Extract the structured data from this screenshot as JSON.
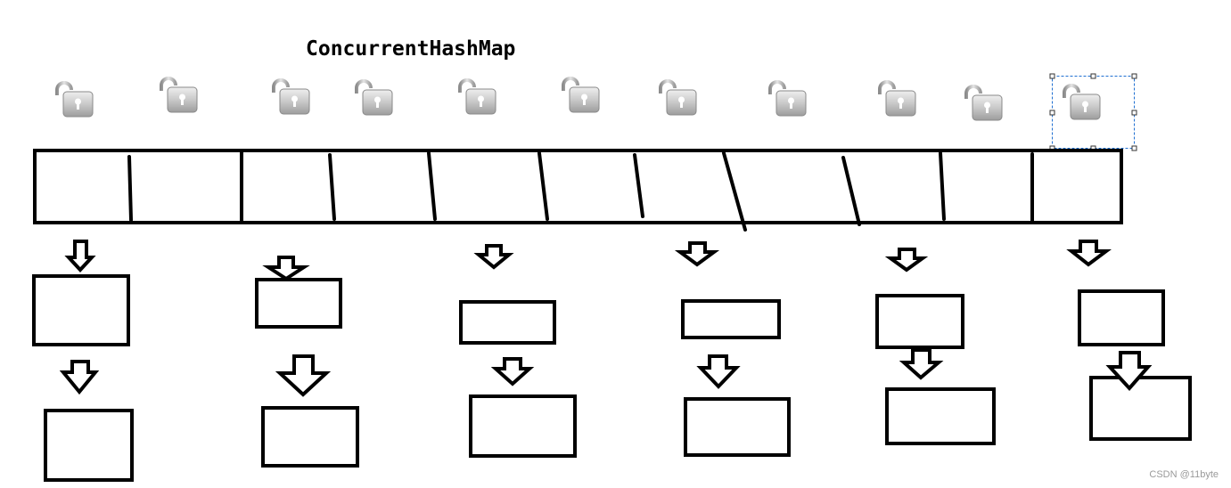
{
  "diagram": {
    "title": "ConcurrentHashMap",
    "watermark": "CSDN @11byte",
    "lock_icon": "unlocked-padlock-icon",
    "lock_count": 11,
    "colors": {
      "stroke": "#000000",
      "lock_body": "#c8c8c8",
      "lock_shackle": "#a9a9a9",
      "selection": "#1f6fd1"
    }
  }
}
